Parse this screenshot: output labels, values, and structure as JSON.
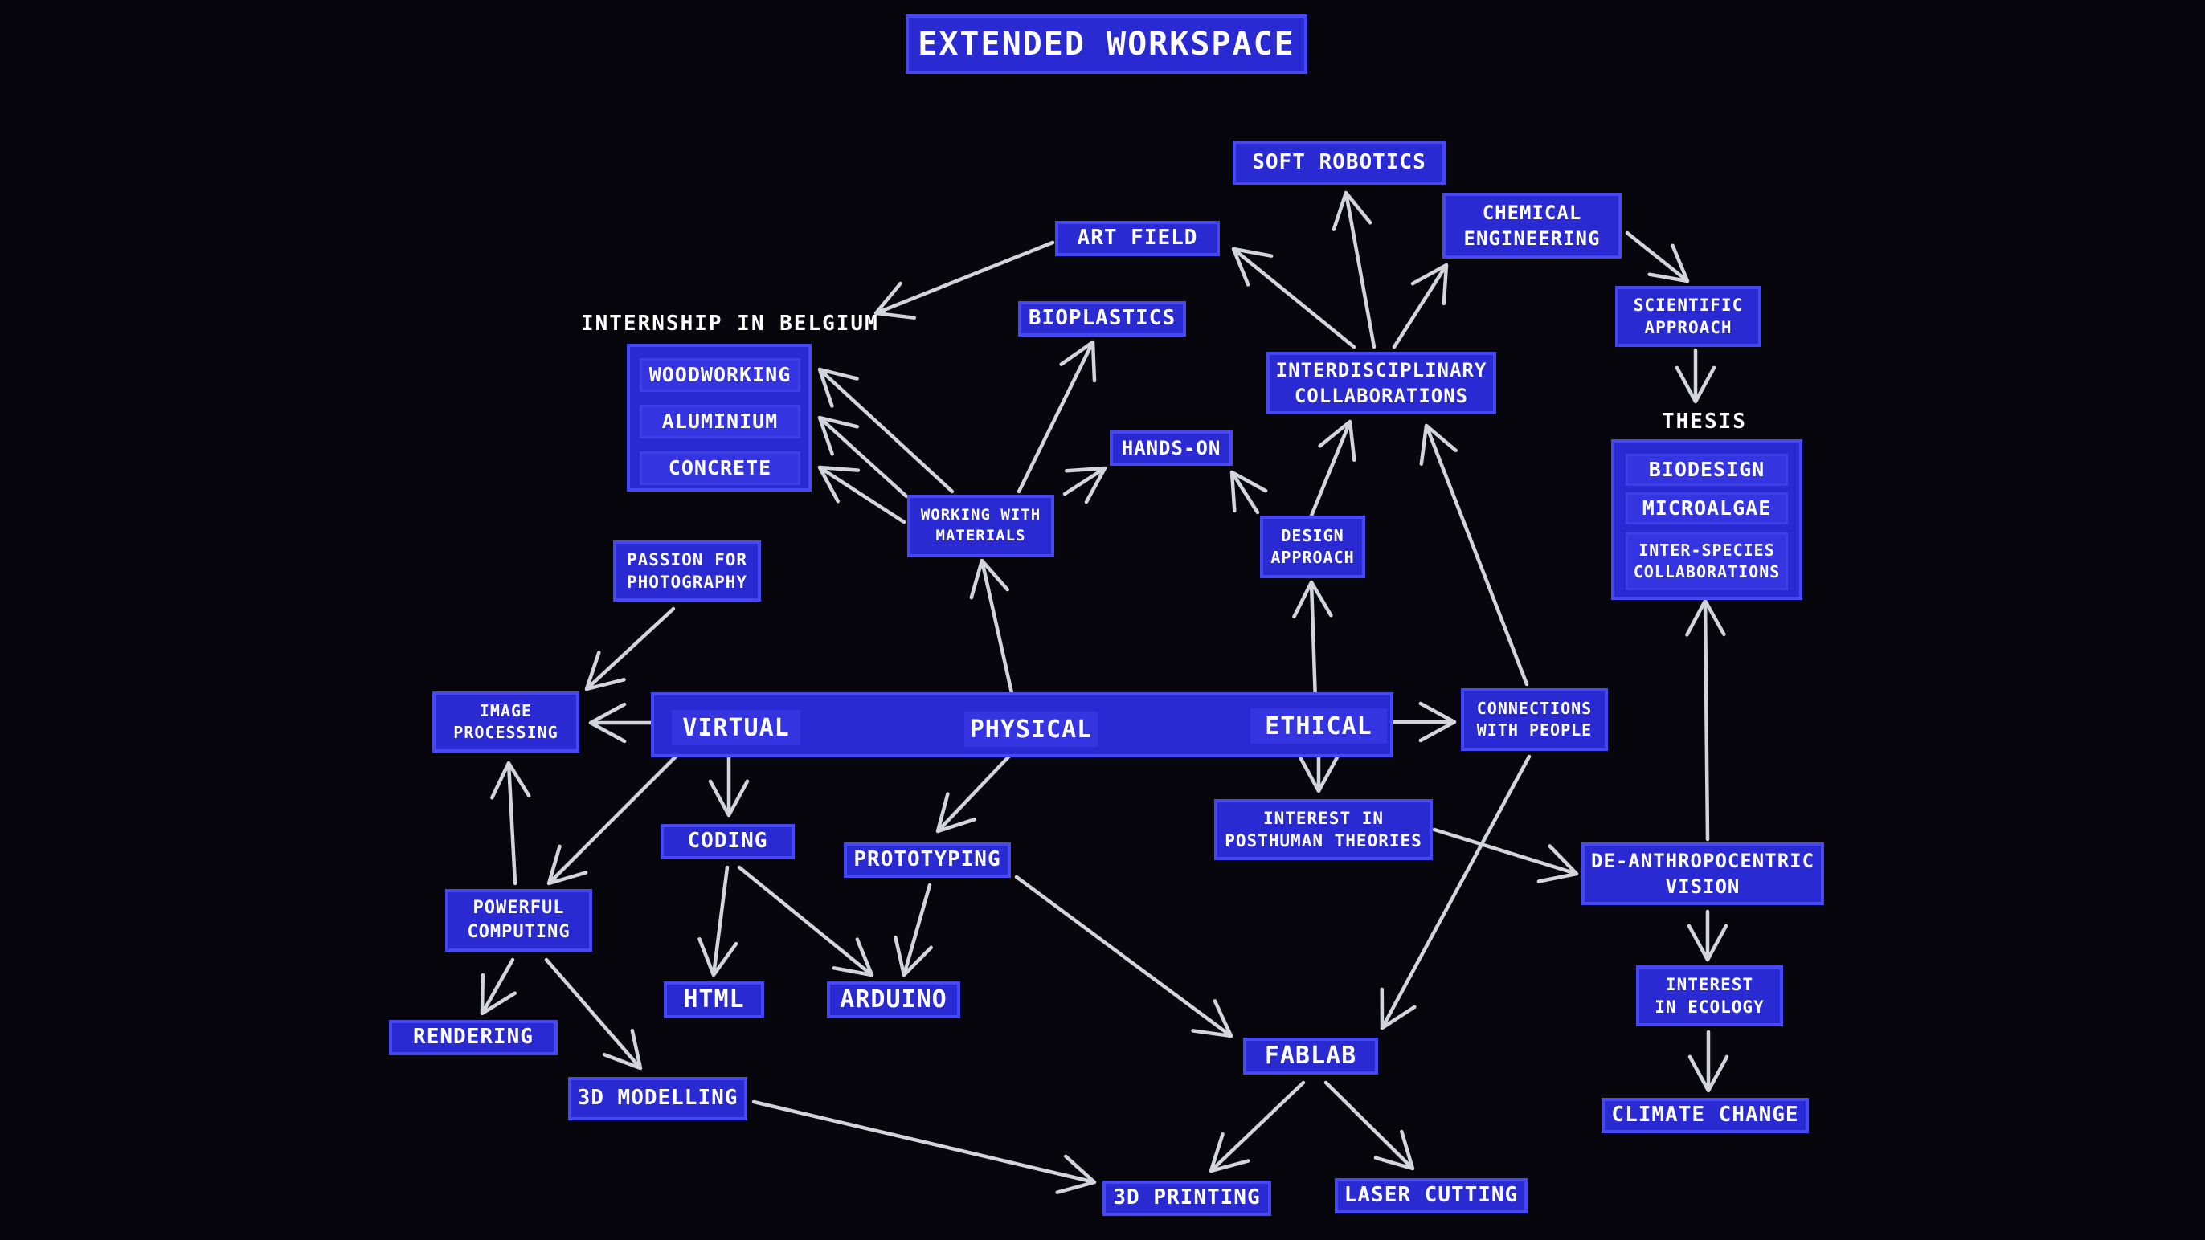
{
  "title": "EXTENDED WORKSPACE",
  "colors": {
    "background": "#07060c",
    "node_fill": "#2a2ad2",
    "node_border": "#4848f2",
    "arrow": "#d4d4dc",
    "text": "#ffffff"
  },
  "core": {
    "virtual": "VIRTUAL",
    "physical": "PHYSICAL",
    "ethical": "ETHICAL"
  },
  "internship": {
    "label": "INTERNSHIP IN BELGIUM",
    "items": [
      "WOODWORKING",
      "ALUMINIUM",
      "CONCRETE"
    ]
  },
  "thesis": {
    "label": "THESIS",
    "items": [
      "BIODESIGN",
      "MICROALGAE",
      "INTER-SPECIES\nCOLLABORATIONS"
    ]
  },
  "nodes": {
    "soft_robotics": "SOFT ROBOTICS",
    "art_field": "ART FIELD",
    "chemical_engineering": "CHEMICAL\nENGINEERING",
    "scientific_approach": "SCIENTIFIC\nAPPROACH",
    "bioplastics": "BIOPLASTICS",
    "interdisciplinary_collaborations": "INTERDISCIPLINARY\nCOLLABORATIONS",
    "hands_on": "HANDS-ON",
    "working_with_materials": "WORKING WITH\nMATERIALS",
    "design_approach": "DESIGN\nAPPROACH",
    "passion_for_photography": "PASSION FOR\nPHOTOGRAPHY",
    "image_processing": "IMAGE\nPROCESSING",
    "connections_with_people": "CONNECTIONS\nWITH PEOPLE",
    "coding": "CODING",
    "prototyping": "PROTOTYPING",
    "interest_in_posthuman_theories": "INTEREST IN\nPOSTHUMAN THEORIES",
    "de_anthropocentric_vision": "DE-ANTHROPOCENTRIC\nVISION",
    "powerful_computing": "POWERFUL\nCOMPUTING",
    "html": "HTML",
    "arduino": "ARDUINO",
    "interest_in_ecology": "INTEREST\nIN ECOLOGY",
    "rendering": "RENDERING",
    "modelling_3d": "3D MODELLING",
    "fablab": "FABLAB",
    "climate_change": "CLIMATE CHANGE",
    "printing_3d": "3D PRINTING",
    "laser_cutting": "LASER CUTTING"
  }
}
